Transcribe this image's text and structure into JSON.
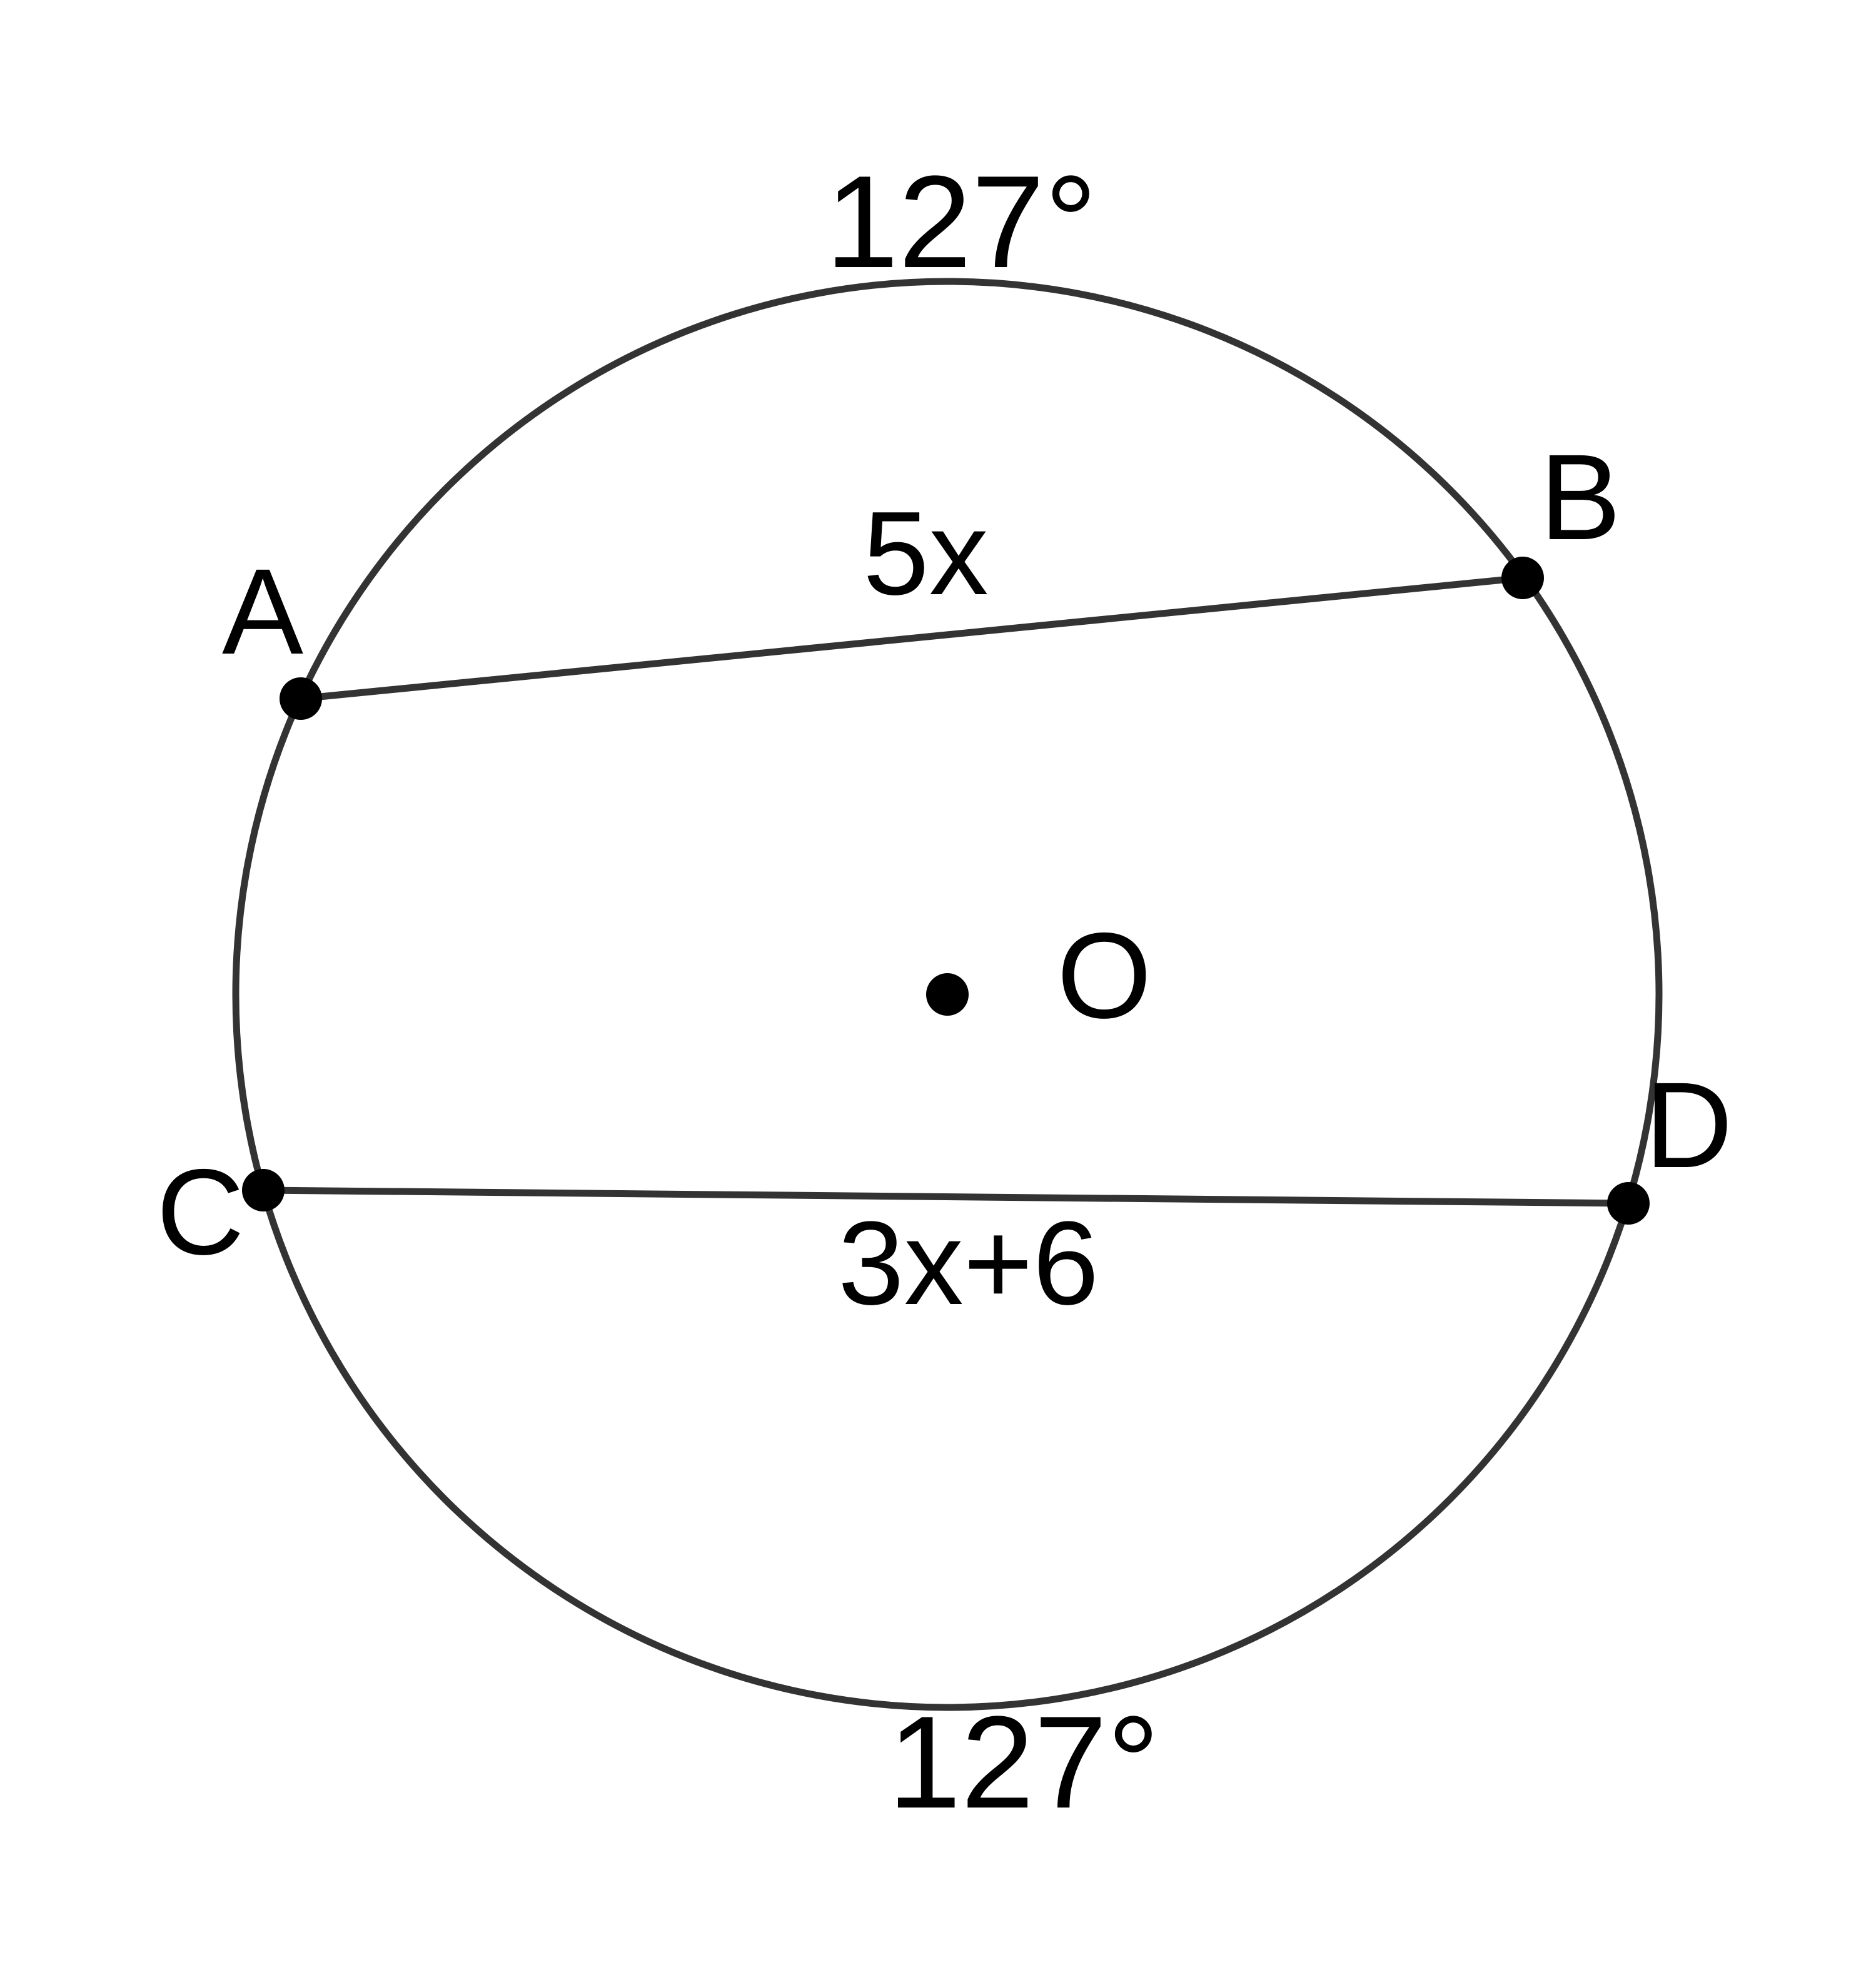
{
  "diagram": {
    "arcs": {
      "top_measure": "127°",
      "bottom_measure": "127°"
    },
    "points": {
      "A": "A",
      "B": "B",
      "C": "C",
      "D": "D",
      "O": "O"
    },
    "chords": {
      "AB_length": "5x",
      "CD_length": "3x+6"
    },
    "colors": {
      "stroke": "#333333",
      "point": "#000000",
      "text": "#000000"
    }
  }
}
